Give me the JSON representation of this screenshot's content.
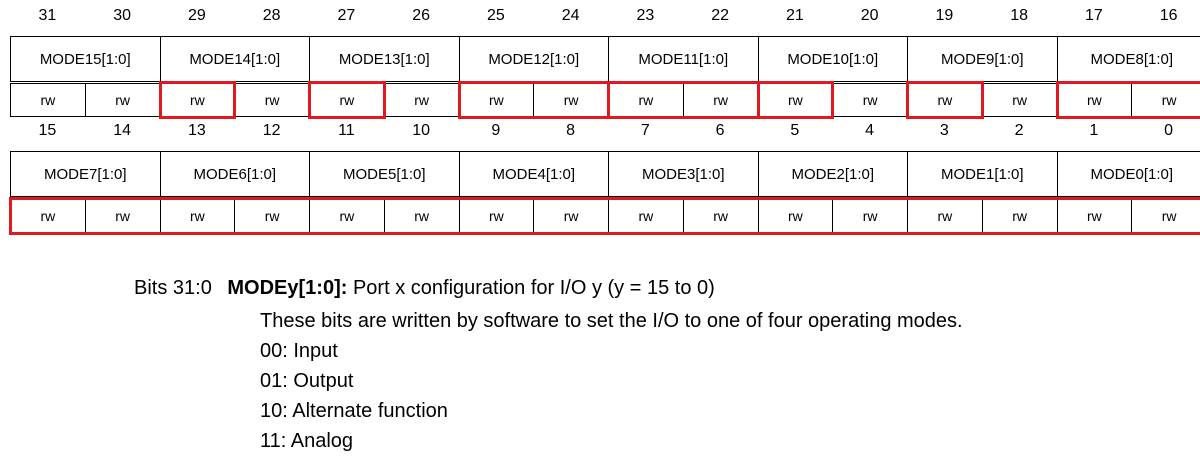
{
  "register": {
    "top_bits": [
      "31",
      "30",
      "29",
      "28",
      "27",
      "26",
      "25",
      "24",
      "23",
      "22",
      "21",
      "20",
      "19",
      "18",
      "17",
      "16"
    ],
    "top_fields": [
      "MODE15[1:0]",
      "MODE14[1:0]",
      "MODE13[1:0]",
      "MODE12[1:0]",
      "MODE11[1:0]",
      "MODE10[1:0]",
      "MODE9[1:0]",
      "MODE8[1:0]"
    ],
    "top_access": [
      "rw",
      "rw",
      "rw",
      "rw",
      "rw",
      "rw",
      "rw",
      "rw",
      "rw",
      "rw",
      "rw",
      "rw",
      "rw",
      "rw",
      "rw",
      "rw"
    ],
    "bottom_bits": [
      "15",
      "14",
      "13",
      "12",
      "11",
      "10",
      "9",
      "8",
      "7",
      "6",
      "5",
      "4",
      "3",
      "2",
      "1",
      "0"
    ],
    "bottom_fields": [
      "MODE7[1:0]",
      "MODE6[1:0]",
      "MODE5[1:0]",
      "MODE4[1:0]",
      "MODE3[1:0]",
      "MODE2[1:0]",
      "MODE1[1:0]",
      "MODE0[1:0]"
    ],
    "bottom_access": [
      "rw",
      "rw",
      "rw",
      "rw",
      "rw",
      "rw",
      "rw",
      "rw",
      "rw",
      "rw",
      "rw",
      "rw",
      "rw",
      "rw",
      "rw",
      "rw"
    ],
    "highlight_color": "#e0191f"
  },
  "description": {
    "bits_label": "Bits 31:0",
    "field_name": "MODEy[1:0]:",
    "field_summary": "Port x configuration for I/O y (y = 15 to 0)",
    "detail": "These bits are written by software to set the I/O to one of four operating modes.",
    "options": [
      "00: Input",
      "01: Output",
      "10: Alternate function",
      "11: Analog"
    ]
  }
}
